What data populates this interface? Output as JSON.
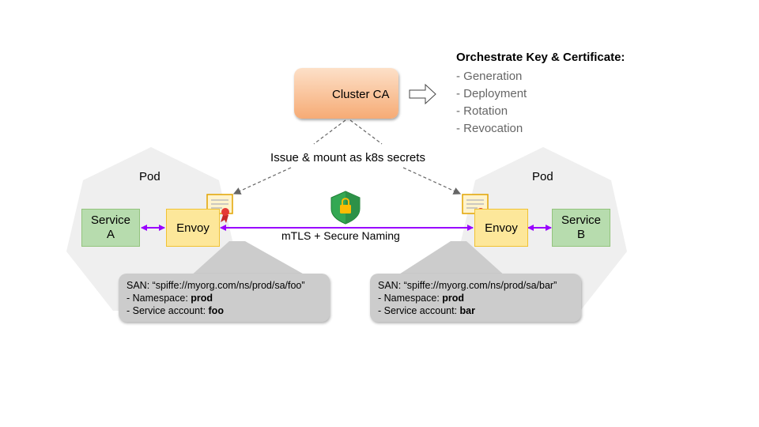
{
  "cluster_ca": {
    "label": "Cluster CA",
    "icon": "stamp-icon"
  },
  "orchestrate": {
    "title": "Orchestrate Key & Certificate:",
    "items": [
      "- Generation",
      "- Deployment",
      "- Rotation",
      "- Revocation"
    ]
  },
  "issue_label": "Issue & mount as k8s secrets",
  "pods": {
    "left": {
      "label": "Pod",
      "service_line1": "Service",
      "service_line2": "A",
      "envoy_label": "Envoy",
      "callout": {
        "san": "SAN: “spiffe://myorg.com/ns/prod/sa/foo”",
        "namespace_prefix": "- Namespace: ",
        "namespace_value": "prod",
        "account_prefix": "- Service account: ",
        "account_value": "foo"
      }
    },
    "right": {
      "label": "Pod",
      "service_line1": "Service",
      "service_line2": "B",
      "envoy_label": "Envoy",
      "callout": {
        "san": "SAN: “spiffe://myorg.com/ns/prod/sa/bar”",
        "namespace_prefix": "- Namespace: ",
        "namespace_value": "prod",
        "account_prefix": "- Service account: ",
        "account_value": "bar"
      }
    }
  },
  "mtls_label": "mTLS + Secure Naming",
  "colors": {
    "ca_fill": "#f6ab75",
    "service_fill": "#b7dcae",
    "envoy_fill": "#fde79a",
    "pod_fill": "#efefef",
    "callout_fill": "#cccccc",
    "arrow": "#9900ff",
    "shield": "#34a853",
    "muted_text": "#666666"
  }
}
